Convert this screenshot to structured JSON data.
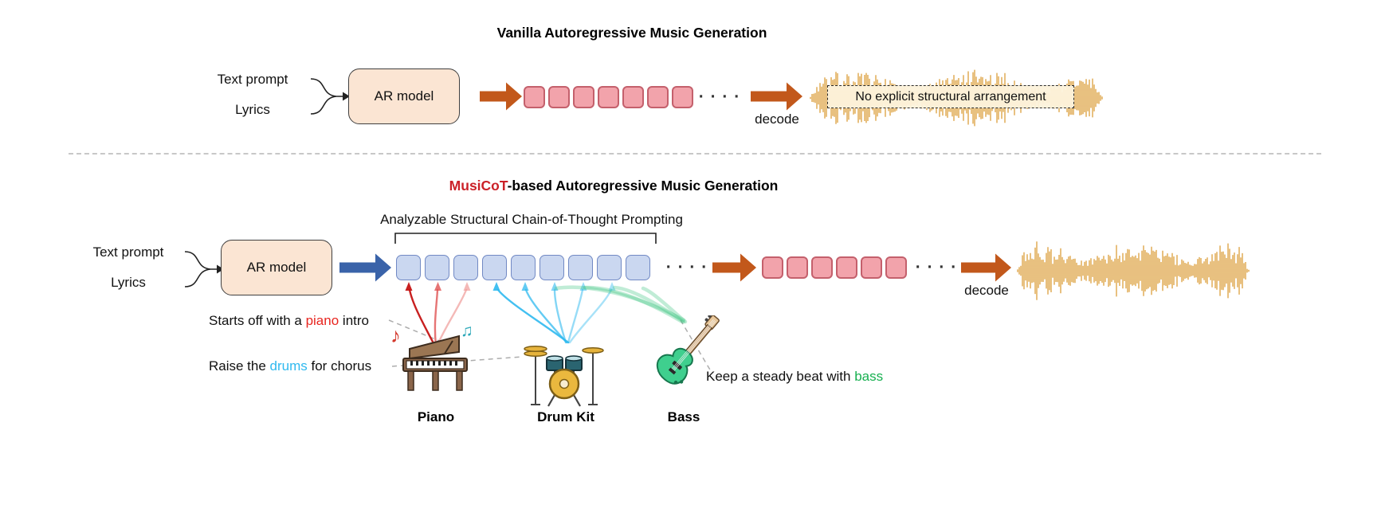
{
  "colors": {
    "waveform": "#DFA64A",
    "accent_red": "#CB2128",
    "piano_word": "#E8251F",
    "drums_word": "#2FB9EF",
    "bass_word": "#17B050"
  },
  "tokens": {
    "vanilla": 7,
    "cot": 9,
    "acoustic": 6
  },
  "top": {
    "title": "Vanilla Autoregressive Music Generation",
    "input_line1": "Text prompt",
    "input_line2": "Lyrics",
    "model_label": "AR model",
    "dots": "· · · ·",
    "decode_label": "decode",
    "waveform_note": "No explicit structural arrangement"
  },
  "bottom": {
    "title_highlight": "MusiCoT",
    "title_rest": "-based Autoregressive Music Generation",
    "cot_label": "Analyzable Structural Chain-of-Thought Prompting",
    "input_line1": "Text prompt",
    "input_line2": "Lyrics",
    "model_label": "AR model",
    "dots1": "· · · ·",
    "dots2": "· · · ·",
    "decode_label": "decode",
    "annotations": {
      "piano": {
        "pre": "Starts off with a ",
        "word": "piano",
        "post": " intro"
      },
      "drums": {
        "pre": "Raise the ",
        "word": "drums",
        "post": " for chorus"
      },
      "bass": {
        "pre": "Keep a steady beat with ",
        "word": "bass",
        "post": ""
      }
    },
    "instruments": [
      {
        "label": "Piano"
      },
      {
        "label": "Drum Kit"
      },
      {
        "label": "Bass"
      }
    ]
  }
}
